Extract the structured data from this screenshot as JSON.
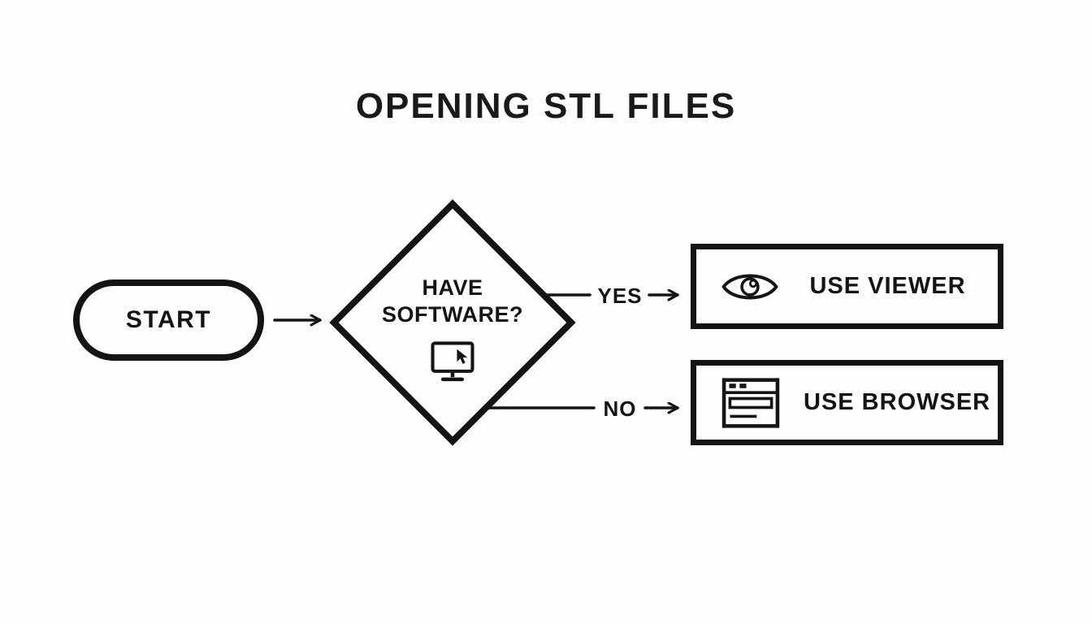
{
  "title": "OPENING STL FILES",
  "flow": {
    "start_label": "START",
    "decision_line1": "HAVE",
    "decision_line2": "SOFTWARE?",
    "yes_label": "YES",
    "no_label": "NO",
    "viewer_label": "USE VIEWER",
    "browser_label": "USE BROWSER"
  },
  "icons": {
    "decision": "computer-monitor-with-cursor",
    "viewer": "eye",
    "browser": "browser-window"
  },
  "colors": {
    "ink": "#141414",
    "background": "#fdfdfc"
  }
}
